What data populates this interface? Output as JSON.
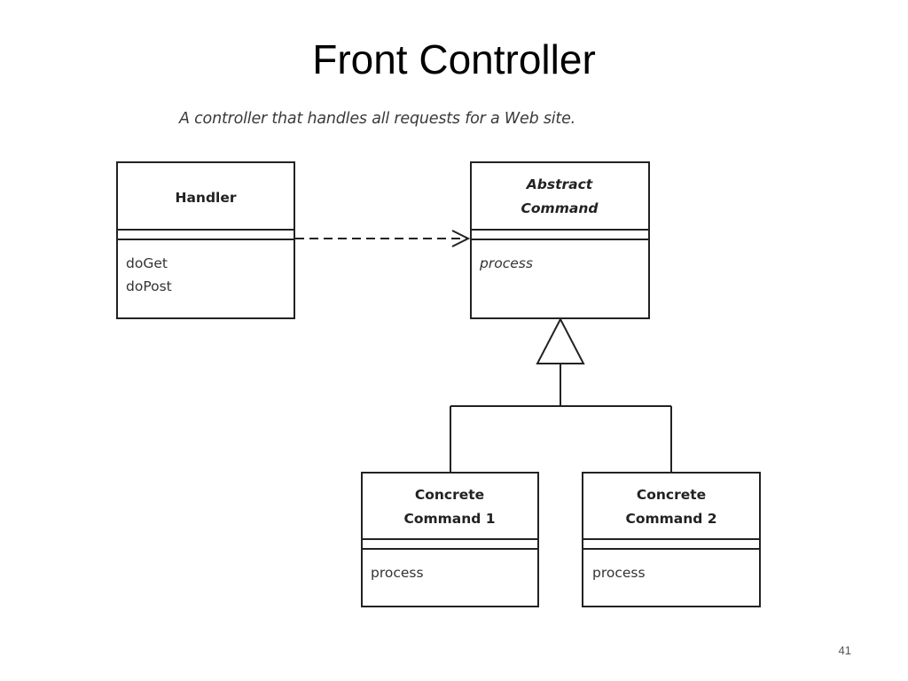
{
  "slide": {
    "title": "Front Controller",
    "subtitle": "A controller that handles all requests for a Web site.",
    "page_number": "41"
  },
  "diagram": {
    "handler": {
      "name": "Handler",
      "operations": [
        "doGet",
        "doPost"
      ]
    },
    "abstract_command": {
      "name_lines": [
        "Abstract",
        "Command"
      ],
      "operations": [
        "process"
      ]
    },
    "concrete_command_1": {
      "name_lines": [
        "Concrete",
        "Command 1"
      ],
      "operations": [
        "process"
      ]
    },
    "concrete_command_2": {
      "name_lines": [
        "Concrete",
        "Command 2"
      ],
      "operations": [
        "process"
      ]
    },
    "relations": [
      {
        "type": "dependency",
        "from": "Handler",
        "to": "Abstract Command"
      },
      {
        "type": "generalization",
        "from": "Concrete Command 1",
        "to": "Abstract Command"
      },
      {
        "type": "generalization",
        "from": "Concrete Command 2",
        "to": "Abstract Command"
      }
    ]
  }
}
